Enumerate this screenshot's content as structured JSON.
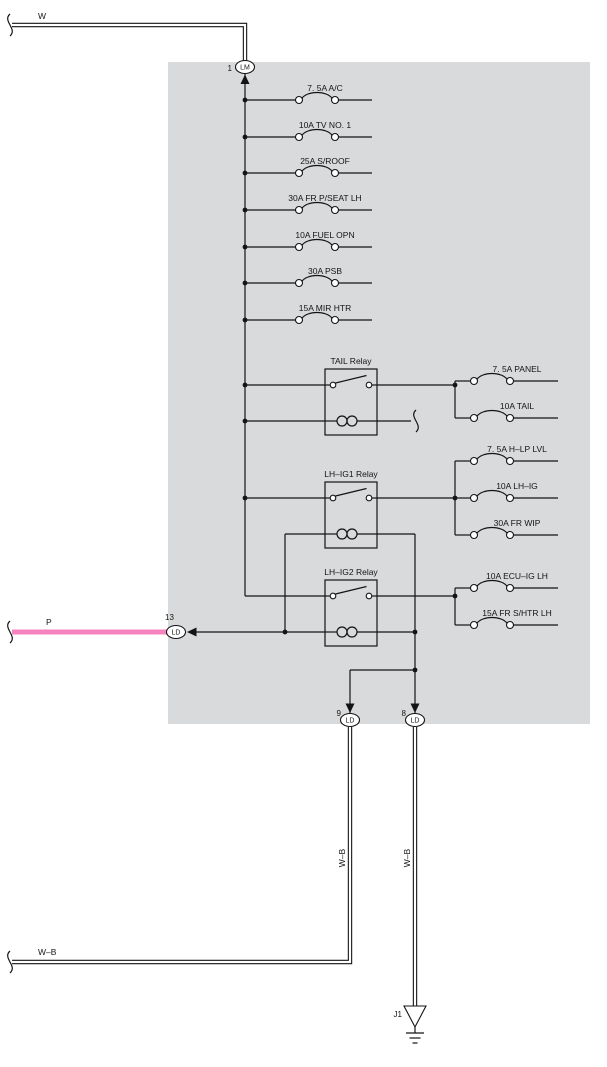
{
  "colors": {
    "page_bg": "#ffffff",
    "box_fill": "#d9dadb",
    "line": "#141414",
    "wire_pink": "#f584be"
  },
  "wire_labels": {
    "top": "W",
    "left": "P",
    "bottom_left": "W–B",
    "vertical_left": "W–B",
    "vertical_right": "W–B"
  },
  "connectors": {
    "top": {
      "pin": "1",
      "code": "LM"
    },
    "left": {
      "pin": "13",
      "code": "LD"
    },
    "bottom_left": {
      "pin": "9",
      "code": "LD"
    },
    "bottom_right": {
      "pin": "8",
      "code": "LD"
    }
  },
  "ground": {
    "label": "J1"
  },
  "bus_fuses": [
    "7. 5A A/C",
    "10A TV NO. 1",
    "25A S/ROOF",
    "30A FR P/SEAT LH",
    "10A FUEL OPN",
    "30A PSB",
    "15A MIR HTR"
  ],
  "relays": [
    {
      "name": "TAIL Relay",
      "fuses": [
        "7. 5A PANEL",
        "10A TAIL"
      ]
    },
    {
      "name": "LH–IG1 Relay",
      "fuses": [
        "7. 5A H–LP LVL",
        "10A LH–IG",
        "30A FR WIP"
      ]
    },
    {
      "name": "LH–IG2 Relay",
      "fuses": [
        "10A ECU–IG LH",
        "15A FR S/HTR LH"
      ]
    }
  ]
}
